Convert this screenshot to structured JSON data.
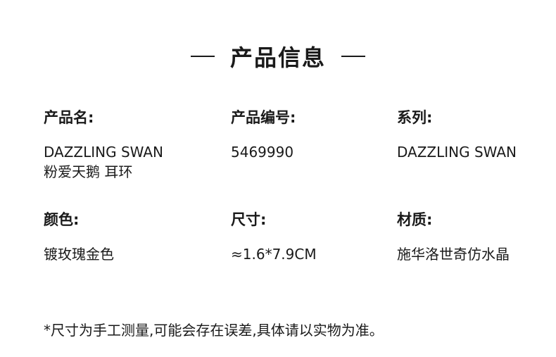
{
  "header": {
    "title": "产品信息"
  },
  "fields": {
    "product_name": {
      "label": "产品名:",
      "value_line1": "DAZZLING SWAN",
      "value_line2": "粉爱天鹅 耳环"
    },
    "product_number": {
      "label": "产品编号:",
      "value": "5469990"
    },
    "series": {
      "label": "系列:",
      "value": "DAZZLING SWAN"
    },
    "color": {
      "label": "颜色:",
      "value": "镀玫瑰金色"
    },
    "size": {
      "label": "尺寸:",
      "value": "≈1.6*7.9CM"
    },
    "material": {
      "label": "材质:",
      "value": "施华洛世奇仿水晶"
    }
  },
  "footnote": "*尺寸为手工测量,可能会存在误差,具体请以实物为准。"
}
